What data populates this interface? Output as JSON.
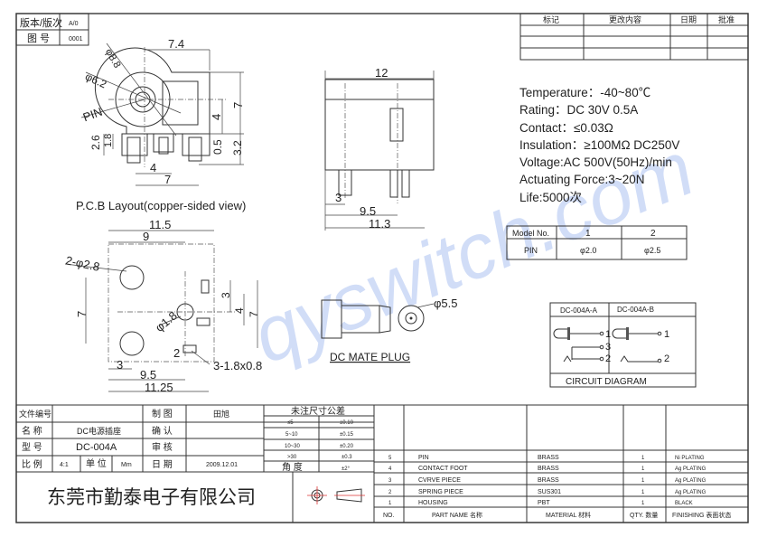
{
  "header": {
    "version_label": "版本/版次",
    "version_value": "A/0",
    "drawing_no_label": "图 号",
    "drawing_no_value": "0001"
  },
  "revision_table": {
    "columns": [
      "标记",
      "更改内容",
      "日期",
      "批准"
    ],
    "empty_rows": 3
  },
  "watermark": "qyswitch.com",
  "side_view": {
    "dims": {
      "d1": "φ8.8",
      "d2": "φ6.2",
      "pin": "PIN",
      "w": "7.4",
      "h7": "7",
      "h4": "4",
      "h05": "0.5",
      "h32": "3.2",
      "h26": "2.6",
      "h18": "1.8",
      "b4": "4",
      "b7": "7"
    },
    "caption": "P.C.B Layout(copper-sided view)"
  },
  "front_view": {
    "dims": {
      "w12": "12",
      "d3": "3",
      "d95": "9.5",
      "d113": "11.3"
    }
  },
  "pcb_layout": {
    "dims": {
      "w115": "11.5",
      "w9": "9",
      "holes": "2-φ2.8",
      "h7": "7",
      "r3": "3",
      "r4": "4",
      "r7": "7",
      "hole18": "φ1.8",
      "slot_n": "2",
      "slots": "3-1.8x0.8",
      "b3": "3",
      "b95": "9.5",
      "b1125": "11.25"
    }
  },
  "plug": {
    "dia": "φ5.5",
    "label": "DC MATE PLUG"
  },
  "specs": [
    "Temperature：-40~80℃",
    "Rating：DC 30V 0.5A",
    "Contact：≤0.03Ω",
    "Insulation：≥100MΩ DC250V",
    "Voltage:AC 500V(50Hz)/min",
    "Actuating Force:3~20N",
    "Life:5000次"
  ],
  "model_table": {
    "header": [
      "Model No.",
      "1",
      "2"
    ],
    "row": [
      "PIN",
      "φ2.0",
      "φ2.5"
    ]
  },
  "circuit": {
    "col_a": "DC-004A-A",
    "col_b": "DC-004A-B",
    "p1": "1",
    "p2": "2",
    "p3": "3",
    "caption": "CIRCUIT DIAGRAM"
  },
  "title_block": {
    "file_no_label": "文件编号",
    "file_no_value": "",
    "name_label": "名 称",
    "name_value": "DC电源插座",
    "model_label": "型 号",
    "model_value": "DC-004A",
    "scale_label": "比 例",
    "scale_value": "4:1",
    "unit_label": "单 位",
    "unit_value": "Mm",
    "drawn_label": "制 图",
    "drawn_value": "田旭",
    "confirm_label": "确 认",
    "confirm_value": "",
    "review_label": "审 核",
    "review_value": "",
    "date_label": "日 期",
    "date_value": "2009.12.01",
    "company": "东莞市勤泰电子有限公司"
  },
  "tolerance": {
    "title": "未注尺寸公差",
    "rows": [
      [
        "≤5",
        "±0.10"
      ],
      [
        "5~10",
        "±0.15"
      ],
      [
        "10~30",
        "±0.20"
      ],
      [
        ">30",
        "±0.3"
      ],
      [
        "角 度",
        "±2°"
      ]
    ]
  },
  "parts": {
    "rows": [
      [
        "5",
        "PIN",
        "BRASS",
        "1",
        "Ni PLATING"
      ],
      [
        "4",
        "CONTACT  FOOT",
        "BRASS",
        "1",
        "Ag PLATING"
      ],
      [
        "3",
        "CVRVE  PIECE",
        "BRASS",
        "1",
        "Ag PLATING"
      ],
      [
        "2",
        "SPRING  PIECE",
        "SUS301",
        "1",
        "Ag PLATING"
      ],
      [
        "1",
        "HOUSING",
        "PBT",
        "1",
        "BLACK"
      ]
    ],
    "header": [
      "NO.",
      "PART NAME 名称",
      "MATERIAL 材料",
      "QTY. 数量",
      "FINISHING 表面状态"
    ]
  }
}
